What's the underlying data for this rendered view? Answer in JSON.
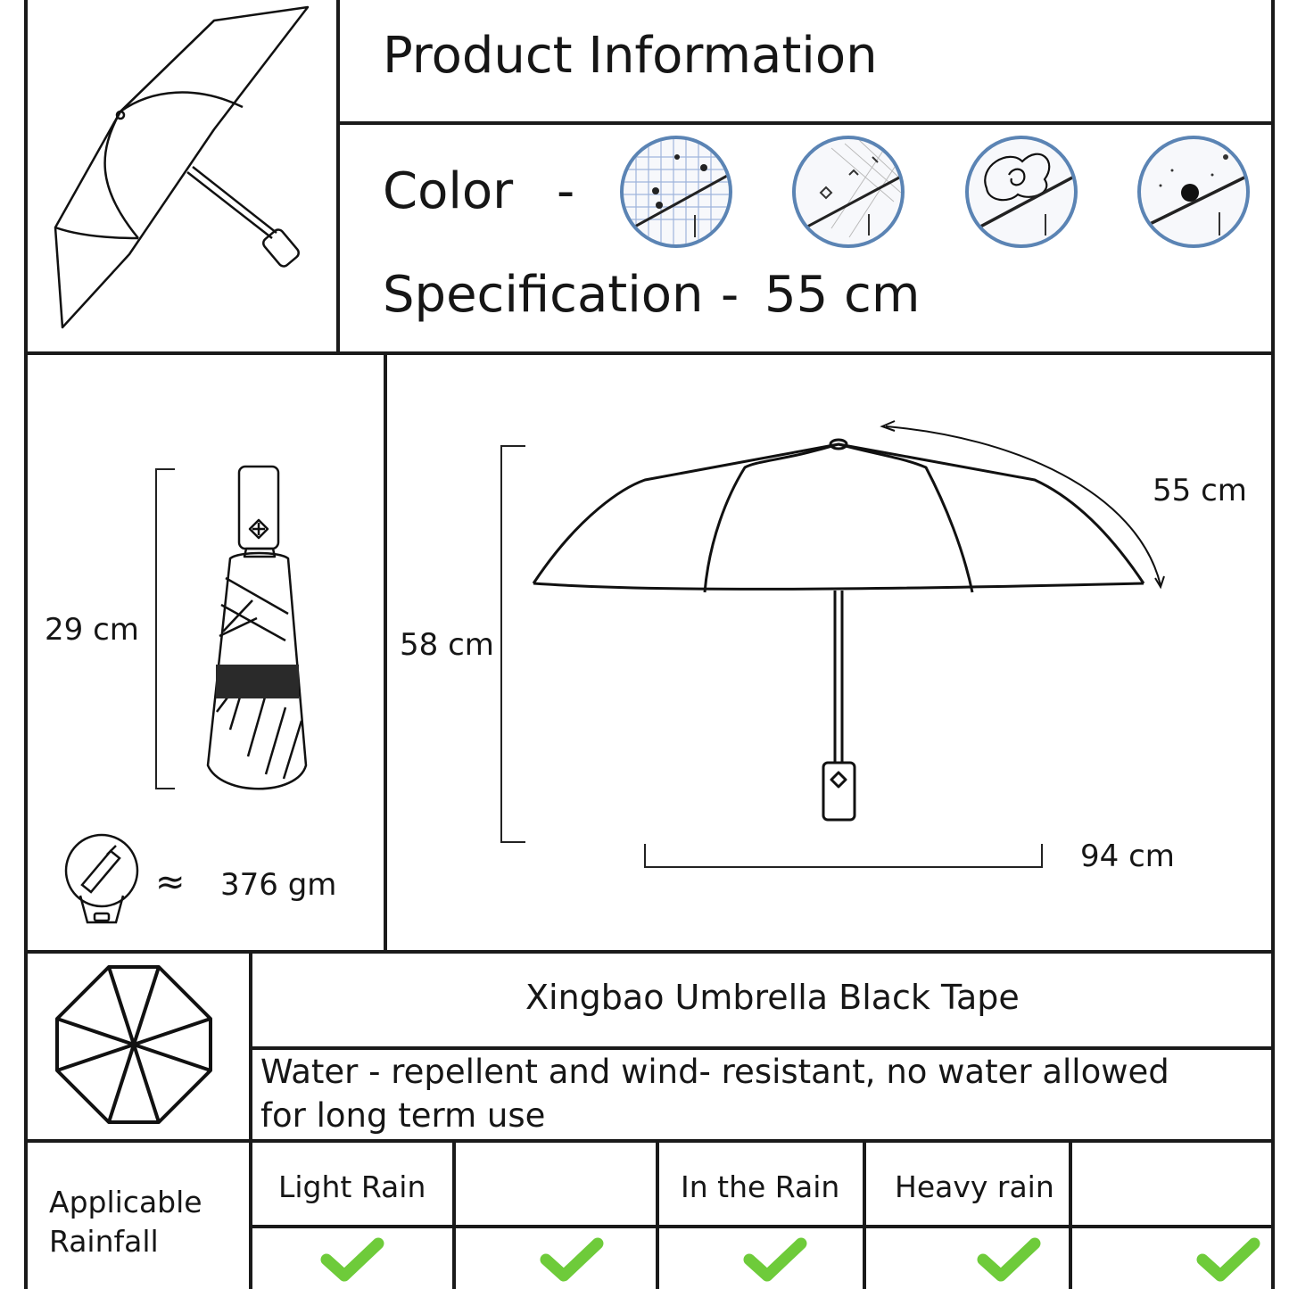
{
  "header": {
    "title": "Product Information",
    "color_label": "Color",
    "color_sep": "-",
    "spec_label": "Specification",
    "spec_sep": "-",
    "spec_value": "55 cm"
  },
  "color_swatches": [
    {
      "name": "blue-check-cherry",
      "accent": "#5b84b4"
    },
    {
      "name": "lace-bow",
      "accent": "#5b84b4"
    },
    {
      "name": "camellia",
      "accent": "#5b84b4"
    },
    {
      "name": "black-flower-stars",
      "accent": "#5b84b4"
    }
  ],
  "folded": {
    "length": "29 cm",
    "weight_symbol": "≈",
    "weight": "376 gm"
  },
  "open": {
    "height": "58 cm",
    "radius": "55 cm",
    "width": "94 cm"
  },
  "product": {
    "name": "Xingbao Umbrella Black Tape",
    "description_line1": "Water - repellent and wind- resistant, no water allowed",
    "description_line2": "for long term use"
  },
  "rainfall": {
    "label_line1": "Applicable",
    "label_line2": "Rainfall",
    "columns": [
      "Light Rain",
      "",
      "In the Rain",
      "Heavy rain",
      ""
    ],
    "checks": [
      true,
      true,
      true,
      true,
      true
    ],
    "check_color": "#6ecb3a"
  }
}
